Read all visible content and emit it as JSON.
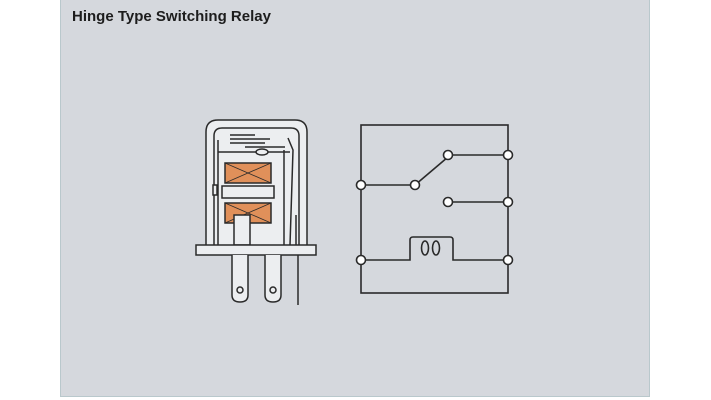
{
  "figure": {
    "title": "Hinge Type Switching Relay",
    "colors": {
      "panel_bg": "#d5d8dd",
      "coil_fill": "#e0905a",
      "line": "#2a2a2a",
      "relay_body": "#eceef0"
    },
    "components": {
      "relay_drawing": "hinge-type-relay-cutaway",
      "schematic": "relay-schematic-spdt-with-coil"
    }
  }
}
